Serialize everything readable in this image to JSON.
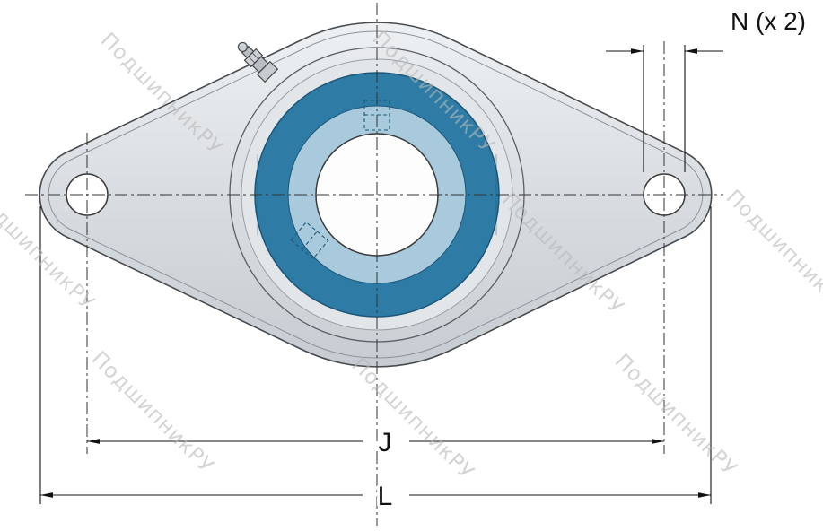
{
  "drawing": {
    "dimensions": {
      "n_label": "N (x 2)",
      "j_label": "J",
      "l_label": "L"
    },
    "watermark": {
      "text": "ПодшипникРУ",
      "color": "#b8b8b8"
    },
    "colors": {
      "housing_steel": "#d9dde1",
      "bearing_outer_blue": "#2e7ca6",
      "bearing_inner_blue": "#a9cadc",
      "bore_white": "#fdfdfd",
      "line": "#333333"
    }
  }
}
